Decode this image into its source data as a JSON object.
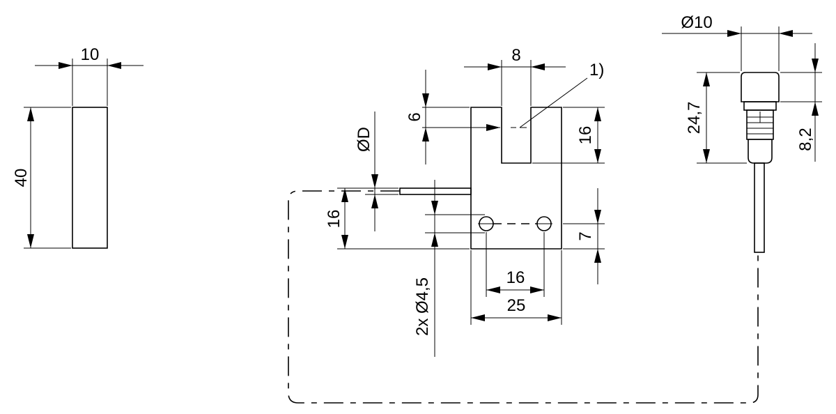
{
  "dimensions": {
    "magnet_width": "10",
    "magnet_height": "40",
    "slot_width": "8",
    "slot_offset": "6",
    "slot_depth": "16",
    "hole_spacing": "16",
    "body_width": "25",
    "hole_height": "7",
    "mount_height": "16",
    "cable_diameter": "ØD",
    "hole_callout": "2x Ø4,5",
    "connector_diameter": "Ø10",
    "connector_length": "24,7",
    "connector_cap": "8,2"
  },
  "labels": {
    "note_1": "1)"
  }
}
